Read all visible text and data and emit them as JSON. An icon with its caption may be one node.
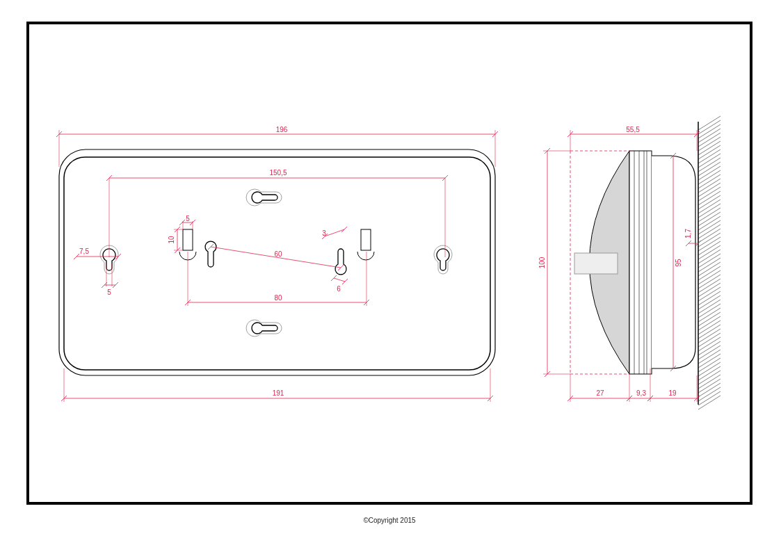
{
  "diagram": {
    "labels": [
      "196",
      "150,5",
      "5",
      "10",
      "7,5",
      "5",
      "3",
      "60",
      "6",
      "80",
      "191",
      "55,5",
      "100",
      "95",
      "1,7",
      "27",
      "9,3",
      "19",
      "©Copyright 2015"
    ]
  }
}
